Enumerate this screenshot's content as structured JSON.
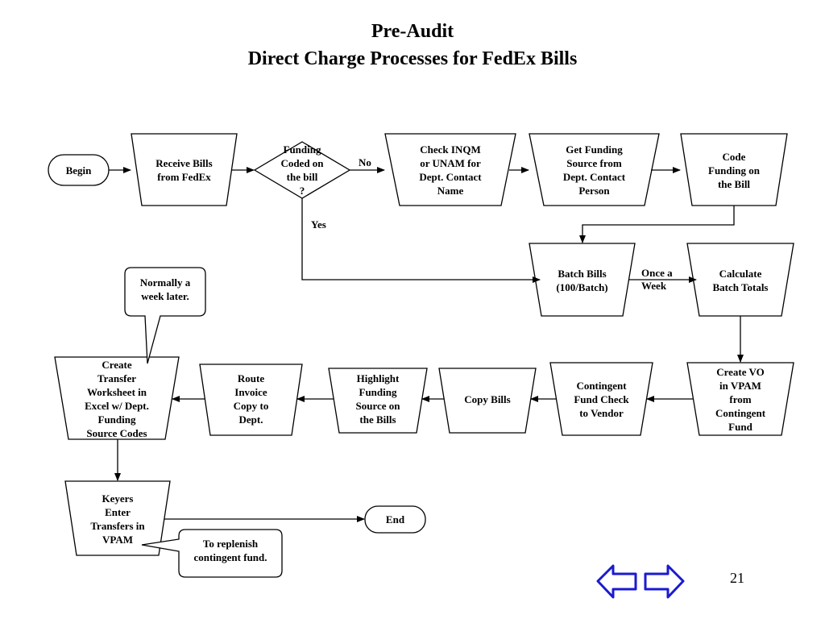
{
  "title": {
    "line1": "Pre-Audit",
    "line2": "Direct Charge Processes for FedEx Bills"
  },
  "nodes": {
    "begin": "Begin",
    "receive": "Receive Bills\nfrom FedEx",
    "decision": "Funding\nCoded on\nthe bill\n?",
    "check": "Check INQM\nor UNAM for\nDept. Contact\nName",
    "getfunding": "Get Funding\nSource from\nDept. Contact\nPerson",
    "code": "Code\nFunding on\nthe Bill",
    "batch": "Batch Bills\n(100/Batch)",
    "calc": "Calculate\nBatch Totals",
    "createvo": "Create VO\nin VPAM\nfrom\nContingent\nFund",
    "contingent": "Contingent\nFund Check\nto Vendor",
    "copy": "Copy Bills",
    "highlight": "Highlight\nFunding\nSource on\nthe Bills",
    "route": "Route\nInvoice\nCopy to\nDept.",
    "transfer": "Create\nTransfer\nWorksheet in\nExcel w/ Dept.\nFunding\nSource Codes",
    "keyers": "Keyers\nEnter\nTransfers in\nVPAM",
    "end": "End"
  },
  "edge_labels": {
    "no": "No",
    "yes": "Yes",
    "once": "Once a\nWeek"
  },
  "callouts": {
    "normally": "Normally a\nweek later.",
    "replenish": "To replenish\ncontingent fund."
  },
  "nav": {
    "back_icon": "left-arrow-icon",
    "forward_icon": "right-arrow-icon",
    "color": "#1a1ad0"
  },
  "page_number": "21"
}
